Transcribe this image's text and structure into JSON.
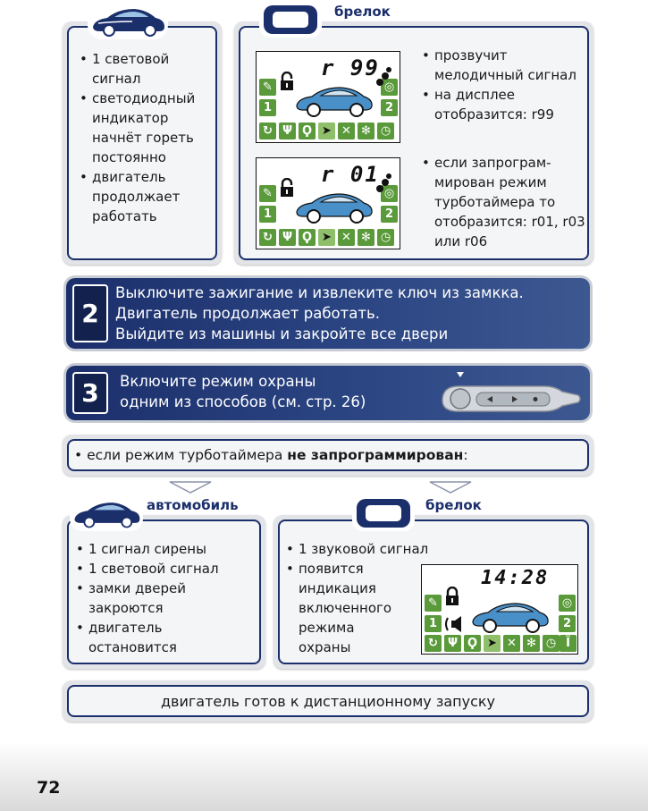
{
  "top": {
    "car_list": [
      "1 световой сигнал",
      "светодиодный индикатор начнёт гореть постоянно",
      "двигатель продолжает работать"
    ],
    "fob_label": "брелок",
    "display1_code": "r 99",
    "display2_code": "r 01",
    "fob_list1": [
      "прозвучит мелодичный сигнал",
      "на дисплее отобразится:   r99"
    ],
    "fob_list2": [
      "если запрограм-мирован режим турботаймера то отобразится: r01, r03 или r06"
    ],
    "icon_digits": [
      "1",
      "2"
    ]
  },
  "step2": {
    "number": "2",
    "lines": [
      "Выключите зажигание и извлеките ключ из замкка.",
      "Двигатель продолжает работать.",
      "Выйдите из машины и закройте все двери"
    ]
  },
  "step3": {
    "number": "3",
    "lines": [
      "Включите режим охраны",
      "одним из способов (см. стр. 26)"
    ]
  },
  "condition": {
    "prefix": "• если режим турботаймера ",
    "bold": "не запрограммирован",
    "suffix": ":"
  },
  "bottom": {
    "car_label": "автомобиль",
    "car_list": [
      "1 сигнал сирены",
      "1 световой сигнал",
      "замки дверей закроются",
      "двигатель остановится"
    ],
    "fob_label": "брелок",
    "fob_list": [
      "1 звуковой сигнал",
      "появится индикация включенного режима охраны"
    ],
    "display_time": "14:28"
  },
  "footer_text": "двигатель готов к дистанционному запуску",
  "page_number": "72",
  "colors": {
    "navy": "#1b2f6b",
    "icon_green": "#5a9a3a",
    "car_blue": "#4a90c8"
  }
}
